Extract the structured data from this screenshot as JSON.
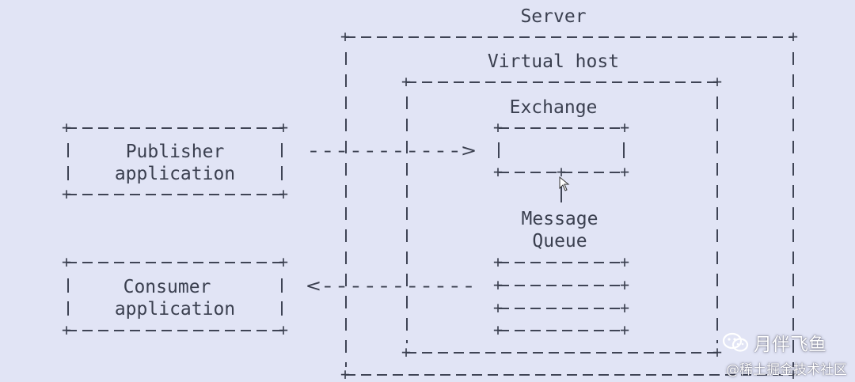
{
  "diagram": {
    "server_label": "Server",
    "vhost_label": "Virtual host",
    "exchange_label": "Exchange",
    "queue_label_line1": "Message",
    "queue_label_line2": "Queue",
    "publisher_line1": "Publisher",
    "publisher_line2": "application",
    "consumer_line1": "Consumer",
    "consumer_line2": "application",
    "publish_arrow": "----------->",
    "consume_arrow": "<-----------"
  },
  "watermark": {
    "account_name": "月伴飞鱼",
    "community": "@稀土掘金技术社区",
    "icon": "wechat-icon"
  },
  "colors": {
    "background": "#e1e4f5",
    "ink": "#3a3f4f",
    "watermark": "#ffffff"
  }
}
